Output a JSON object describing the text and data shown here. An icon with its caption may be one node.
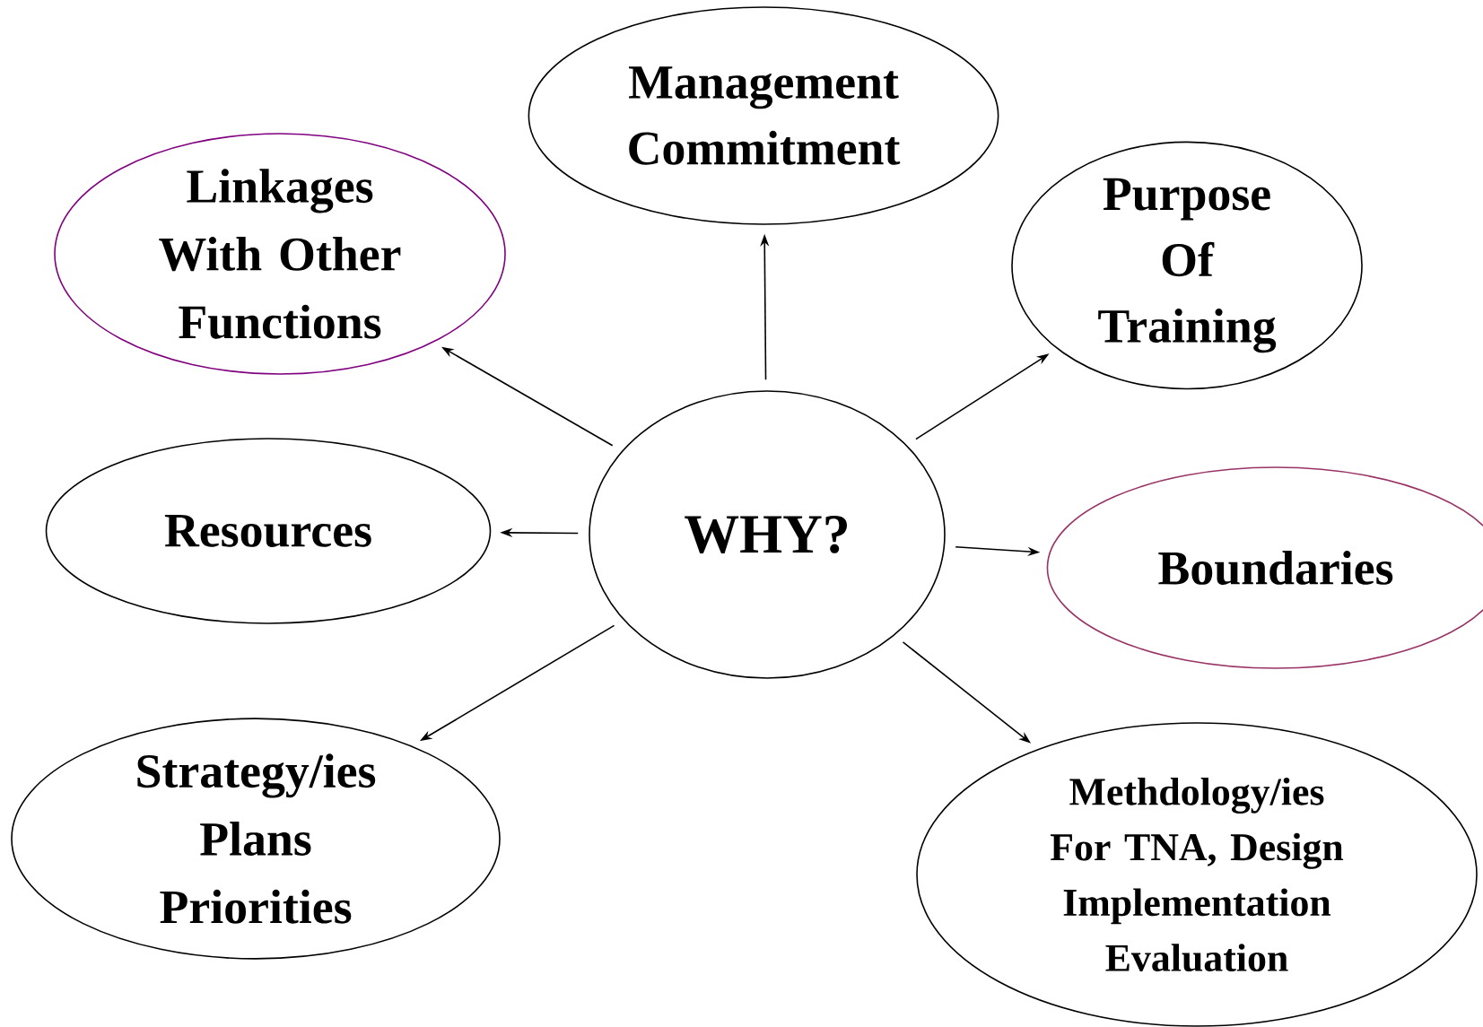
{
  "diagram": {
    "nodes": [
      {
        "text": [
          "Management Commitment"
        ]
      },
      {
        "text": [
          "Linkages With Other Functions"
        ]
      },
      {
        "text": [
          "Purpose Of Training"
        ]
      },
      {
        "text": [
          "Resources"
        ]
      },
      {
        "text": [
          "WHY?"
        ]
      },
      {
        "text": [
          "Boundaries"
        ]
      },
      {
        "text": [
          "Strategy/ies Plans Priorities"
        ]
      },
      {
        "text": [
          "Methdology/ies For TNA, Design Implementation Evaluation"
        ]
      }
    ],
    "edges": [
      {
        "from": 4,
        "to": 0,
        "arrow": "to"
      },
      {
        "from": 4,
        "to": 1,
        "arrow": "to"
      },
      {
        "from": 4,
        "to": 2,
        "arrow": "to"
      },
      {
        "from": 4,
        "to": 3,
        "arrow": "to"
      },
      {
        "from": 4,
        "to": 5,
        "arrow": "to"
      },
      {
        "from": 4,
        "to": 6,
        "arrow": "to"
      },
      {
        "from": 4,
        "to": 7,
        "arrow": "to"
      }
    ]
  }
}
